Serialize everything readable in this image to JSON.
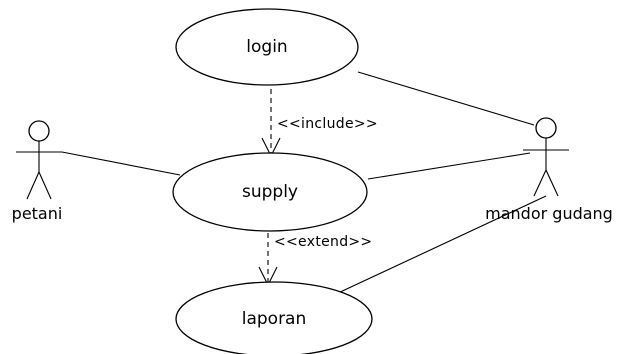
{
  "use_cases": {
    "login": "login",
    "supply": "supply",
    "laporan": "laporan"
  },
  "actors": {
    "petani": "petani",
    "mandor_gudang": "mandor gudang"
  },
  "relations": {
    "include": "<<include>>",
    "extend": "<<extend>>"
  }
}
